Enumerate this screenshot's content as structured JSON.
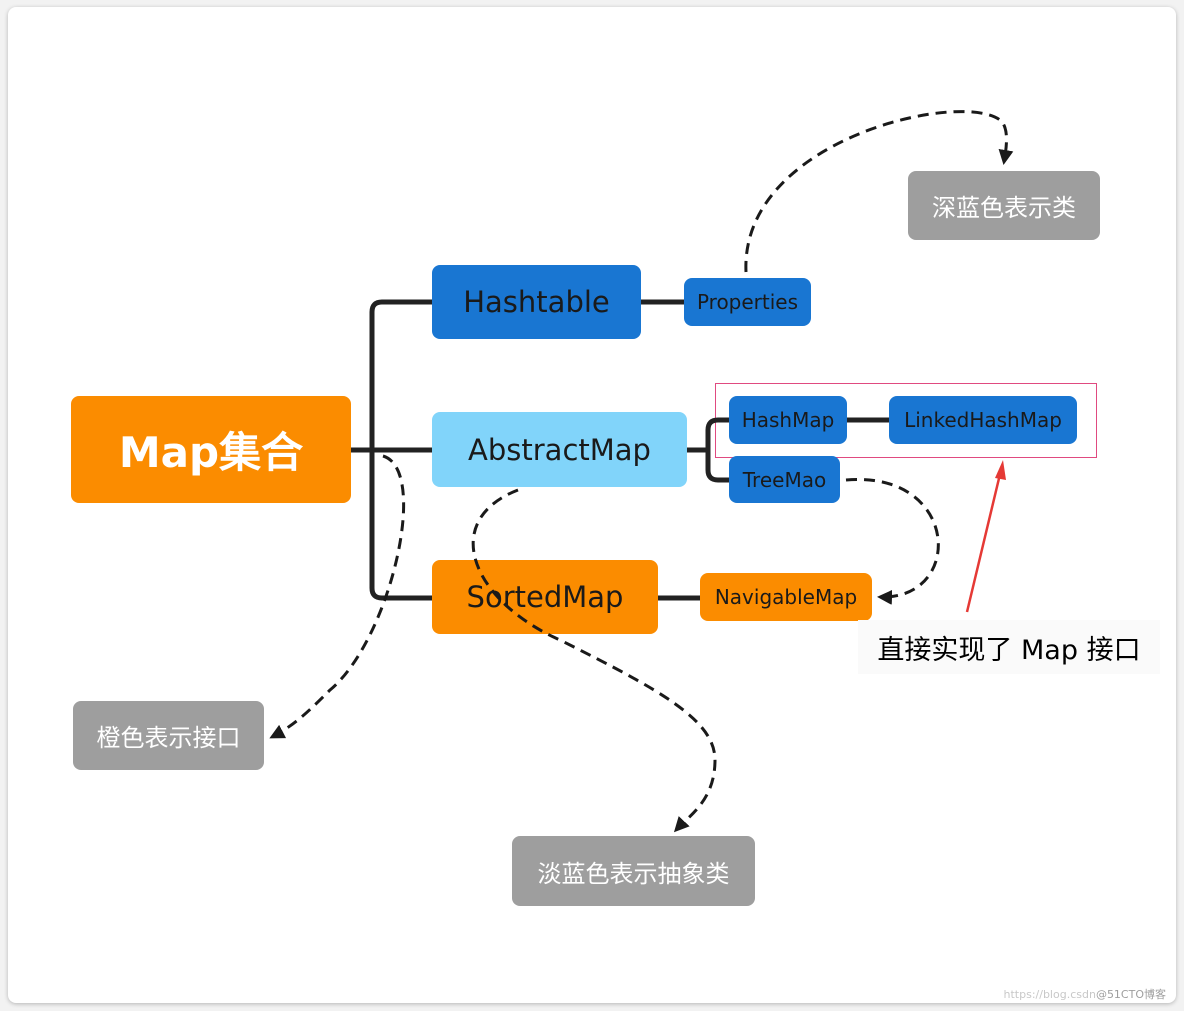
{
  "root": "Map集合",
  "nodes": {
    "hashtable": "Hashtable",
    "properties": "Properties",
    "abstract_map": "AbstractMap",
    "hash_map": "HashMap",
    "linked_hash_map": "LinkedHashMap",
    "tree_map": "TreeMao",
    "sorted_map": "SortedMap",
    "navigable_map": "NavigableMap"
  },
  "legend": {
    "dark_blue": "深蓝色表示类",
    "orange": "橙色表示接口",
    "light_blue": "淡蓝色表示抽象类"
  },
  "annotation": "直接实现了 Map 接口",
  "watermark": {
    "url": "https://blog.csdn",
    "brand": "@51CTO博客"
  },
  "colors": {
    "class": "#1976d2",
    "interface": "#fb8c00",
    "abstract_class": "#81d4fa",
    "legend": "#9e9e9e",
    "highlight": "#e04a80",
    "annotation_arrow": "#e53935"
  }
}
